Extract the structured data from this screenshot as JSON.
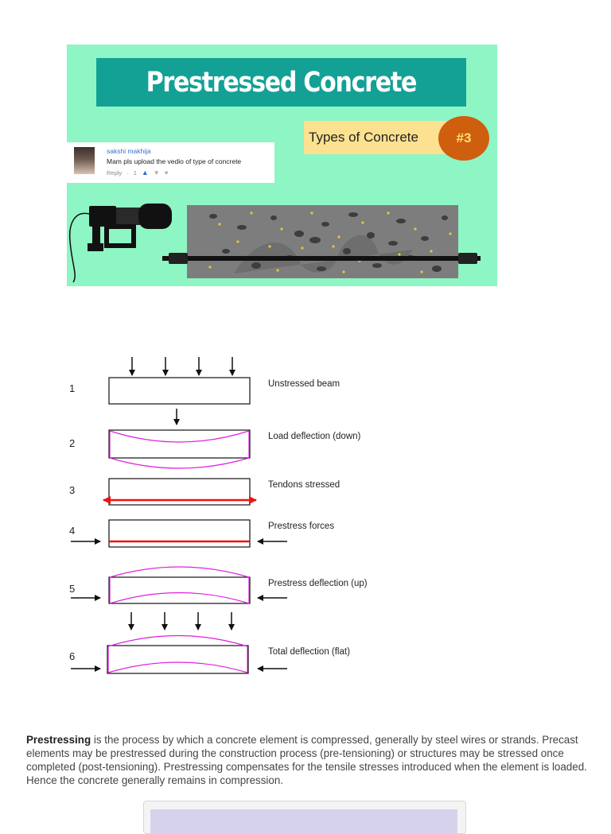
{
  "banner": {
    "title": "Prestressed Concrete",
    "subtitle": "Types of Concrete",
    "number": "#3",
    "comment": {
      "author": "sakshi makhija",
      "text": "Mam pls upload the vedio of type of concrete",
      "reply": "Reply",
      "likes": "1"
    },
    "colors": {
      "background": "#8ef5c4",
      "title_bar": "#13a196",
      "badge": "#fce190",
      "number_circle": "#cf5e0e"
    }
  },
  "diagram": {
    "steps": [
      {
        "number": "1",
        "label": "Unstressed beam"
      },
      {
        "number": "2",
        "label": "Load deflection (down)"
      },
      {
        "number": "3",
        "label": "Tendons stressed"
      },
      {
        "number": "4",
        "label": "Prestress forces"
      },
      {
        "number": "5",
        "label": "Prestress deflection (up)"
      },
      {
        "number": "6",
        "label": "Total deflection (flat)"
      }
    ],
    "colors": {
      "deflection": "#e020e0",
      "tendon": "#ee1111"
    }
  },
  "paragraph": {
    "term": "Prestressing",
    "text": " is the process by which a concrete element is compressed, generally by steel wires or strands. Precast elements may be prestressed during the construction process (pre-tensioning) or structures may be stressed once completed (post-tensioning). Prestressing compensates for the tensile stresses introduced when the element is loaded. Hence the concrete generally remains in compression."
  }
}
